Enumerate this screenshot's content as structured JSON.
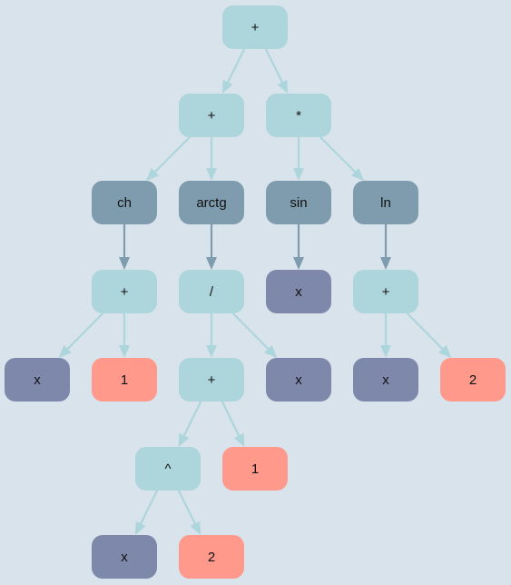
{
  "colors": {
    "background": "#d9e3ec",
    "operator": "#add5dc",
    "function": "#7f9cae",
    "variable": "#7d88ab",
    "constant": "#fe998b",
    "edge_operator": "#add5dc",
    "edge_function": "#7f9cae"
  },
  "tree": {
    "nodes": [
      {
        "id": "n1",
        "label": "+",
        "kind": "operator"
      },
      {
        "id": "n2",
        "label": "+",
        "kind": "operator"
      },
      {
        "id": "n3",
        "label": "*",
        "kind": "operator"
      },
      {
        "id": "n4",
        "label": "ch",
        "kind": "function"
      },
      {
        "id": "n5",
        "label": "arctg",
        "kind": "function"
      },
      {
        "id": "n6",
        "label": "sin",
        "kind": "function"
      },
      {
        "id": "n7",
        "label": "ln",
        "kind": "function"
      },
      {
        "id": "n8",
        "label": "+",
        "kind": "operator"
      },
      {
        "id": "n9",
        "label": "/",
        "kind": "operator"
      },
      {
        "id": "n10",
        "label": "x",
        "kind": "variable"
      },
      {
        "id": "n11",
        "label": "+",
        "kind": "operator"
      },
      {
        "id": "n12",
        "label": "x",
        "kind": "variable"
      },
      {
        "id": "n13",
        "label": "1",
        "kind": "constant"
      },
      {
        "id": "n14",
        "label": "+",
        "kind": "operator"
      },
      {
        "id": "n15",
        "label": "x",
        "kind": "variable"
      },
      {
        "id": "n16",
        "label": "x",
        "kind": "variable"
      },
      {
        "id": "n17",
        "label": "2",
        "kind": "constant"
      },
      {
        "id": "n18",
        "label": "^",
        "kind": "operator"
      },
      {
        "id": "n19",
        "label": "1",
        "kind": "constant"
      },
      {
        "id": "n20",
        "label": "x",
        "kind": "variable"
      },
      {
        "id": "n21",
        "label": "2",
        "kind": "constant"
      }
    ],
    "edges": [
      [
        "n1",
        "n2"
      ],
      [
        "n1",
        "n3"
      ],
      [
        "n2",
        "n4"
      ],
      [
        "n2",
        "n5"
      ],
      [
        "n3",
        "n6"
      ],
      [
        "n3",
        "n7"
      ],
      [
        "n4",
        "n8"
      ],
      [
        "n5",
        "n9"
      ],
      [
        "n6",
        "n10"
      ],
      [
        "n7",
        "n11"
      ],
      [
        "n8",
        "n12"
      ],
      [
        "n8",
        "n13"
      ],
      [
        "n9",
        "n14"
      ],
      [
        "n9",
        "n15"
      ],
      [
        "n11",
        "n16"
      ],
      [
        "n11",
        "n17"
      ],
      [
        "n14",
        "n18"
      ],
      [
        "n14",
        "n19"
      ],
      [
        "n18",
        "n20"
      ],
      [
        "n18",
        "n21"
      ]
    ]
  }
}
